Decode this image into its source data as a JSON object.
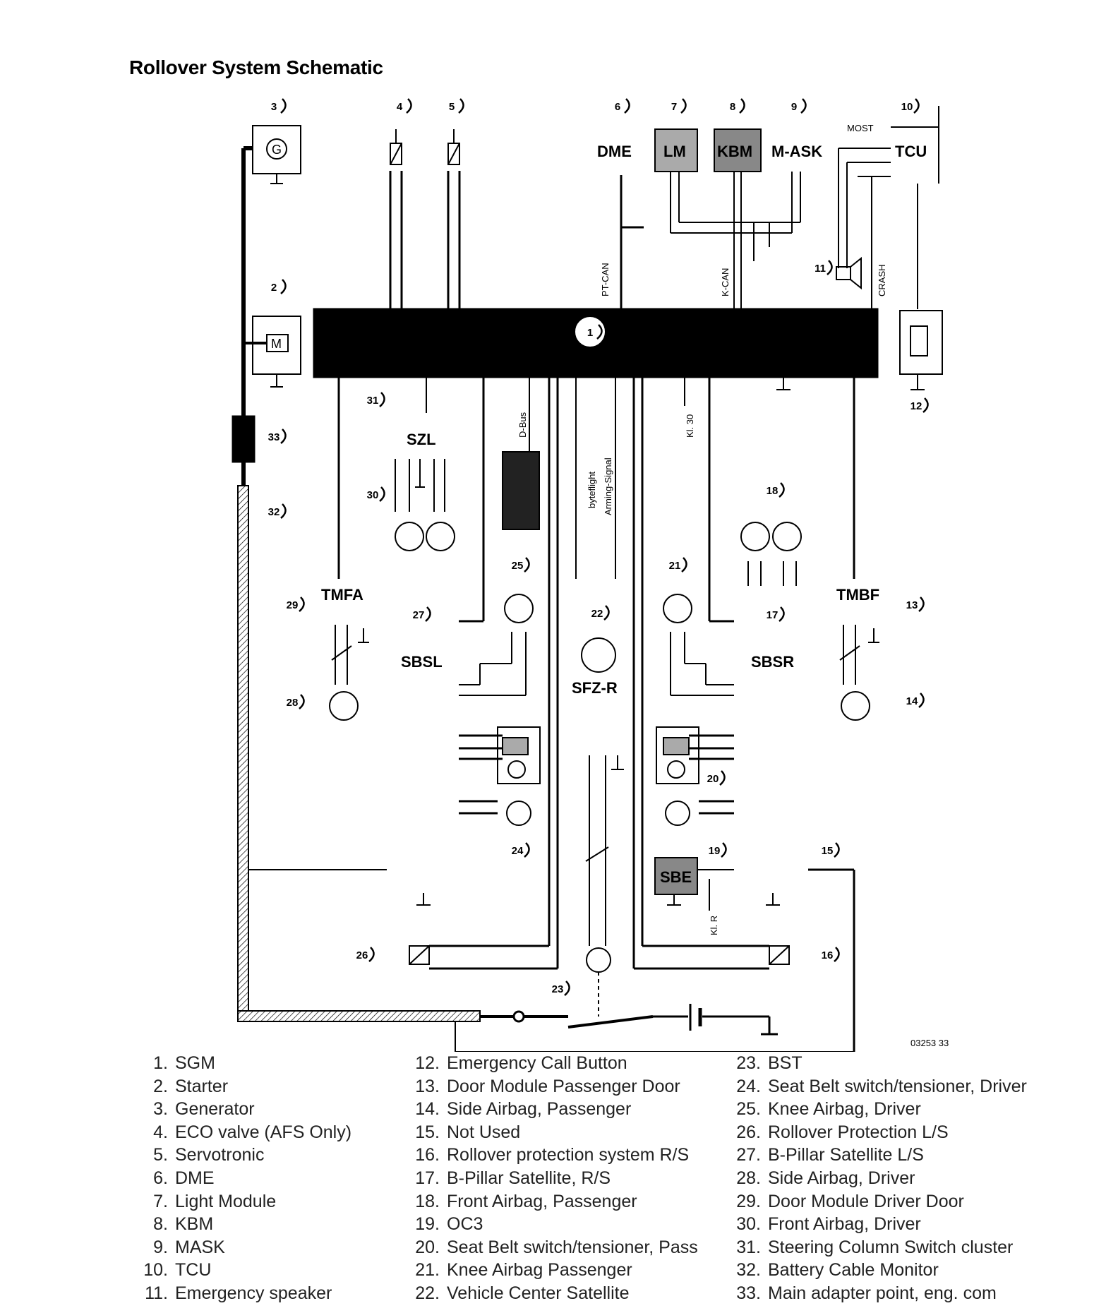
{
  "title": "Rollover System Schematic",
  "diagram": {
    "module_labels": {
      "dme": "DME",
      "lm": "LM",
      "kbm": "KBM",
      "mask": "M-ASK",
      "tcu": "TCU",
      "most": "MOST",
      "szl": "SZL",
      "tmfa": "TMFA",
      "tmbf": "TMBF",
      "sbsl": "SBSL",
      "sbsr": "SBSR",
      "sfzr": "SFZ-R",
      "sbe": "SBE"
    },
    "wire_labels": {
      "ptcan": "PT-CAN",
      "kcan": "K-CAN",
      "crash": "CRASH",
      "dbus": "D-Bus",
      "byteflight": "byteflight",
      "arming": "Arming-Signal",
      "kl30": "Kl. 30",
      "klr": "Kl. R"
    },
    "callouts": [
      "1",
      "2",
      "3",
      "4",
      "5",
      "6",
      "7",
      "8",
      "9",
      "10",
      "11",
      "12",
      "13",
      "14",
      "15",
      "16",
      "17",
      "18",
      "19",
      "20",
      "21",
      "22",
      "23",
      "24",
      "25",
      "26",
      "27",
      "28",
      "29",
      "30",
      "31",
      "32",
      "33"
    ],
    "symbols": {
      "generator": "G",
      "motor": "M"
    },
    "figure_code": "03253 33"
  },
  "legend": [
    [
      {
        "n": "1.",
        "text": "SGM"
      },
      {
        "n": "2.",
        "text": "Starter"
      },
      {
        "n": "3.",
        "text": "Generator"
      },
      {
        "n": "4.",
        "text": "ECO valve (AFS Only)"
      },
      {
        "n": "5.",
        "text": "Servotronic"
      },
      {
        "n": "6.",
        "text": "DME"
      },
      {
        "n": "7.",
        "text": "Light Module"
      },
      {
        "n": "8.",
        "text": "KBM"
      },
      {
        "n": "9.",
        "text": "MASK"
      },
      {
        "n": "10.",
        "text": "TCU"
      },
      {
        "n": "11.",
        "text": "Emergency speaker"
      }
    ],
    [
      {
        "n": "12.",
        "text": "Emergency Call Button"
      },
      {
        "n": "13.",
        "text": "Door Module Passenger Door"
      },
      {
        "n": "14.",
        "text": "Side Airbag, Passenger"
      },
      {
        "n": "15.",
        "text": "Not Used"
      },
      {
        "n": "16.",
        "text": "Rollover protection system R/S"
      },
      {
        "n": "17.",
        "text": "B-Pillar Satellite, R/S"
      },
      {
        "n": "18.",
        "text": "Front Airbag, Passenger"
      },
      {
        "n": "19.",
        "text": "OC3"
      },
      {
        "n": "20.",
        "text": "Seat Belt switch/tensioner, Pass"
      },
      {
        "n": "21.",
        "text": "Knee Airbag Passenger"
      },
      {
        "n": "22.",
        "text": "Vehicle Center Satellite"
      }
    ],
    [
      {
        "n": "23.",
        "text": "BST"
      },
      {
        "n": "24.",
        "text": "Seat Belt switch/tensioner, Driver"
      },
      {
        "n": "25.",
        "text": "Knee Airbag, Driver"
      },
      {
        "n": "26.",
        "text": "Rollover Protection L/S"
      },
      {
        "n": "27.",
        "text": "B-Pillar Satellite L/S"
      },
      {
        "n": "28.",
        "text": "Side Airbag, Driver"
      },
      {
        "n": "29.",
        "text": "Door Module Driver Door"
      },
      {
        "n": "30.",
        "text": "Front Airbag, Driver"
      },
      {
        "n": "31.",
        "text": "Steering Column Switch cluster"
      },
      {
        "n": "32.",
        "text": "Battery Cable Monitor"
      },
      {
        "n": "33.",
        "text": "Main adapter point, eng. com"
      }
    ]
  ]
}
